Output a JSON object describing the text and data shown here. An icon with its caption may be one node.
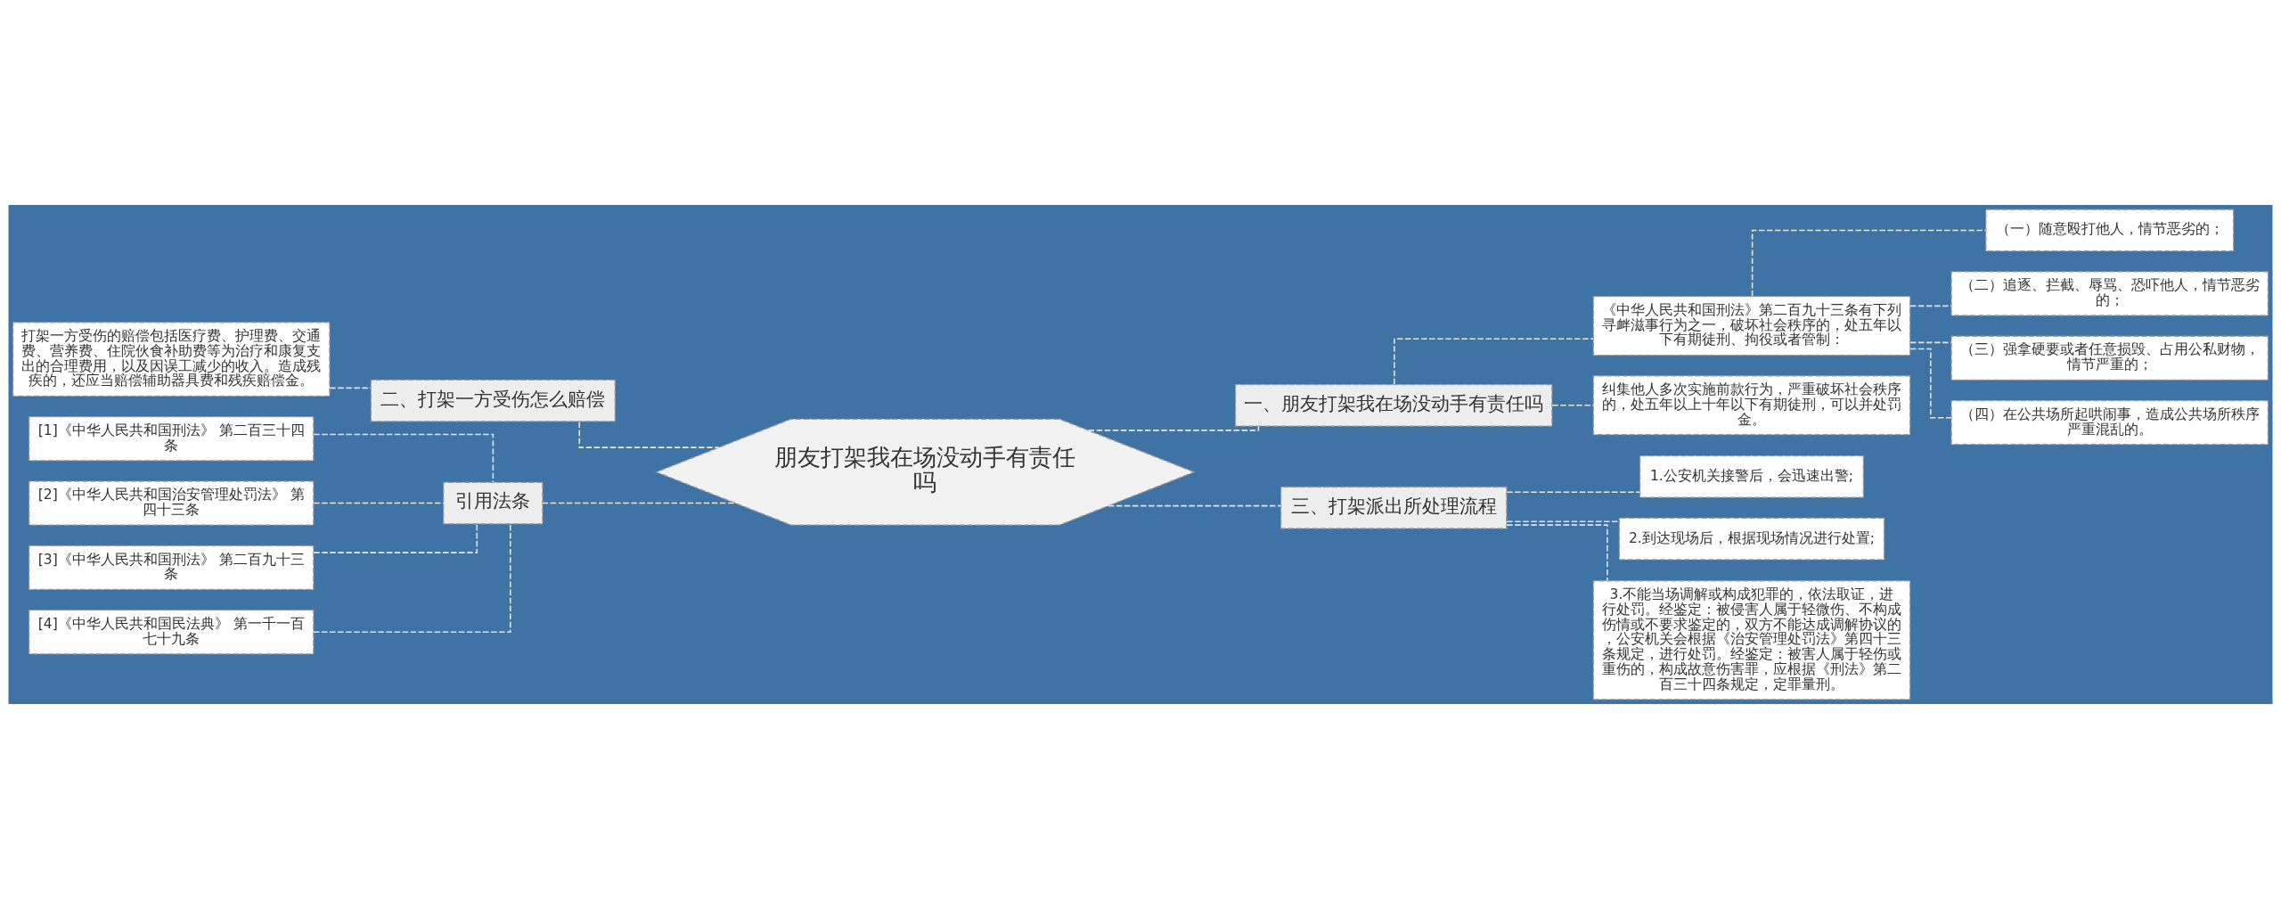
{
  "diagram": {
    "nodes": [
      {
        "text": [
          "朋友打架我在场没动手有责任吗"
        ]
      },
      {
        "text": [
          "二、打架一方受伤怎么赔偿"
        ]
      },
      {
        "text": [
          "打架一方受伤的赔偿包括医疗费、护理费、交通费、营养费、住院伙食补助费等为治疗和康复支出的合理费用，以及因误工减少的收入。造成残疾的，还应当赔偿辅助器具费和残疾赔偿金。"
        ]
      },
      {
        "text": [
          "引用法条"
        ]
      },
      {
        "text": [
          "[1]《中华人民共和国刑法》 第二百三十四条"
        ]
      },
      {
        "text": [
          "[2]《中华人民共和国治安管理处罚法》 第四十三条"
        ]
      },
      {
        "text": [
          "[3]《中华人民共和国刑法》 第二百九十三条"
        ]
      },
      {
        "text": [
          "[4]《中华人民共和国民法典》 第一千一百七十九条"
        ]
      },
      {
        "text": [
          "一、朋友打架我在场没动手有责任吗"
        ]
      },
      {
        "text": [
          "《中华人民共和国刑法》第二百九十三条有下列寻衅滋事行为之一，破坏社会秩序的，处五年以下有期徒刑、拘役或者管制："
        ]
      },
      {
        "text": [
          "（一）随意殴打他人，情节恶劣的；"
        ]
      },
      {
        "text": [
          "（二）追逐、拦截、辱骂、恐吓他人，情节恶劣的；"
        ]
      },
      {
        "text": [
          "（三）强拿硬要或者任意损毁、占用公私财物，情节严重的；"
        ]
      },
      {
        "text": [
          "（四）在公共场所起哄闹事，造成公共场所秩序严重混乱的。"
        ]
      },
      {
        "text": [
          "纠集他人多次实施前款行为，严重破坏社会秩序的，处五年以上十年以下有期徒刑，可以并处罚金。"
        ]
      },
      {
        "text": [
          "三、打架派出所处理流程"
        ]
      },
      {
        "text": [
          "1.公安机关接警后，会迅速出警;"
        ]
      },
      {
        "text": [
          "2.到达现场后，根据现场情况进行处置;"
        ]
      },
      {
        "text": [
          "3.不能当场调解或构成犯罪的，依法取证，进行处罚。经鉴定：被侵害人属于轻微伤、不构成伤情或不要求鉴定的，双方不能达成调解协议的，公安机关会根据《治安管理处罚法》第四十三条规定，进行处罚。经鉴定：被害人属于轻伤或重伤的，构成故意伤害罪，应根据《刑法》第二百三十四条规定，定罪量刑。"
        ]
      }
    ],
    "edges": [
      {
        "from": 2,
        "to": 1,
        "arrow": "none",
        "style": "dashed"
      },
      {
        "from": 1,
        "to": 0,
        "arrow": "none",
        "style": "dashed"
      },
      {
        "from": 4,
        "to": 3,
        "arrow": "none",
        "style": "dashed"
      },
      {
        "from": 5,
        "to": 3,
        "arrow": "none",
        "style": "dashed"
      },
      {
        "from": 6,
        "to": 3,
        "arrow": "none",
        "style": "dashed"
      },
      {
        "from": 7,
        "to": 3,
        "arrow": "none",
        "style": "dashed"
      },
      {
        "from": 3,
        "to": 0,
        "arrow": "none",
        "style": "dashed"
      },
      {
        "from": 0,
        "to": 8,
        "arrow": "none",
        "style": "dashed"
      },
      {
        "from": 8,
        "to": 9,
        "arrow": "none",
        "style": "dashed"
      },
      {
        "from": 9,
        "to": 10,
        "arrow": "none",
        "style": "dashed"
      },
      {
        "from": 9,
        "to": 11,
        "arrow": "none",
        "style": "dashed"
      },
      {
        "from": 9,
        "to": 12,
        "arrow": "none",
        "style": "dashed"
      },
      {
        "from": 9,
        "to": 13,
        "arrow": "none",
        "style": "dashed"
      },
      {
        "from": 8,
        "to": 14,
        "arrow": "none",
        "style": "dashed"
      },
      {
        "from": 0,
        "to": 15,
        "arrow": "none",
        "style": "dashed"
      },
      {
        "from": 15,
        "to": 16,
        "arrow": "none",
        "style": "dashed"
      },
      {
        "from": 15,
        "to": 17,
        "arrow": "none",
        "style": "dashed"
      },
      {
        "from": 15,
        "to": 18,
        "arrow": "none",
        "style": "dashed"
      }
    ]
  }
}
